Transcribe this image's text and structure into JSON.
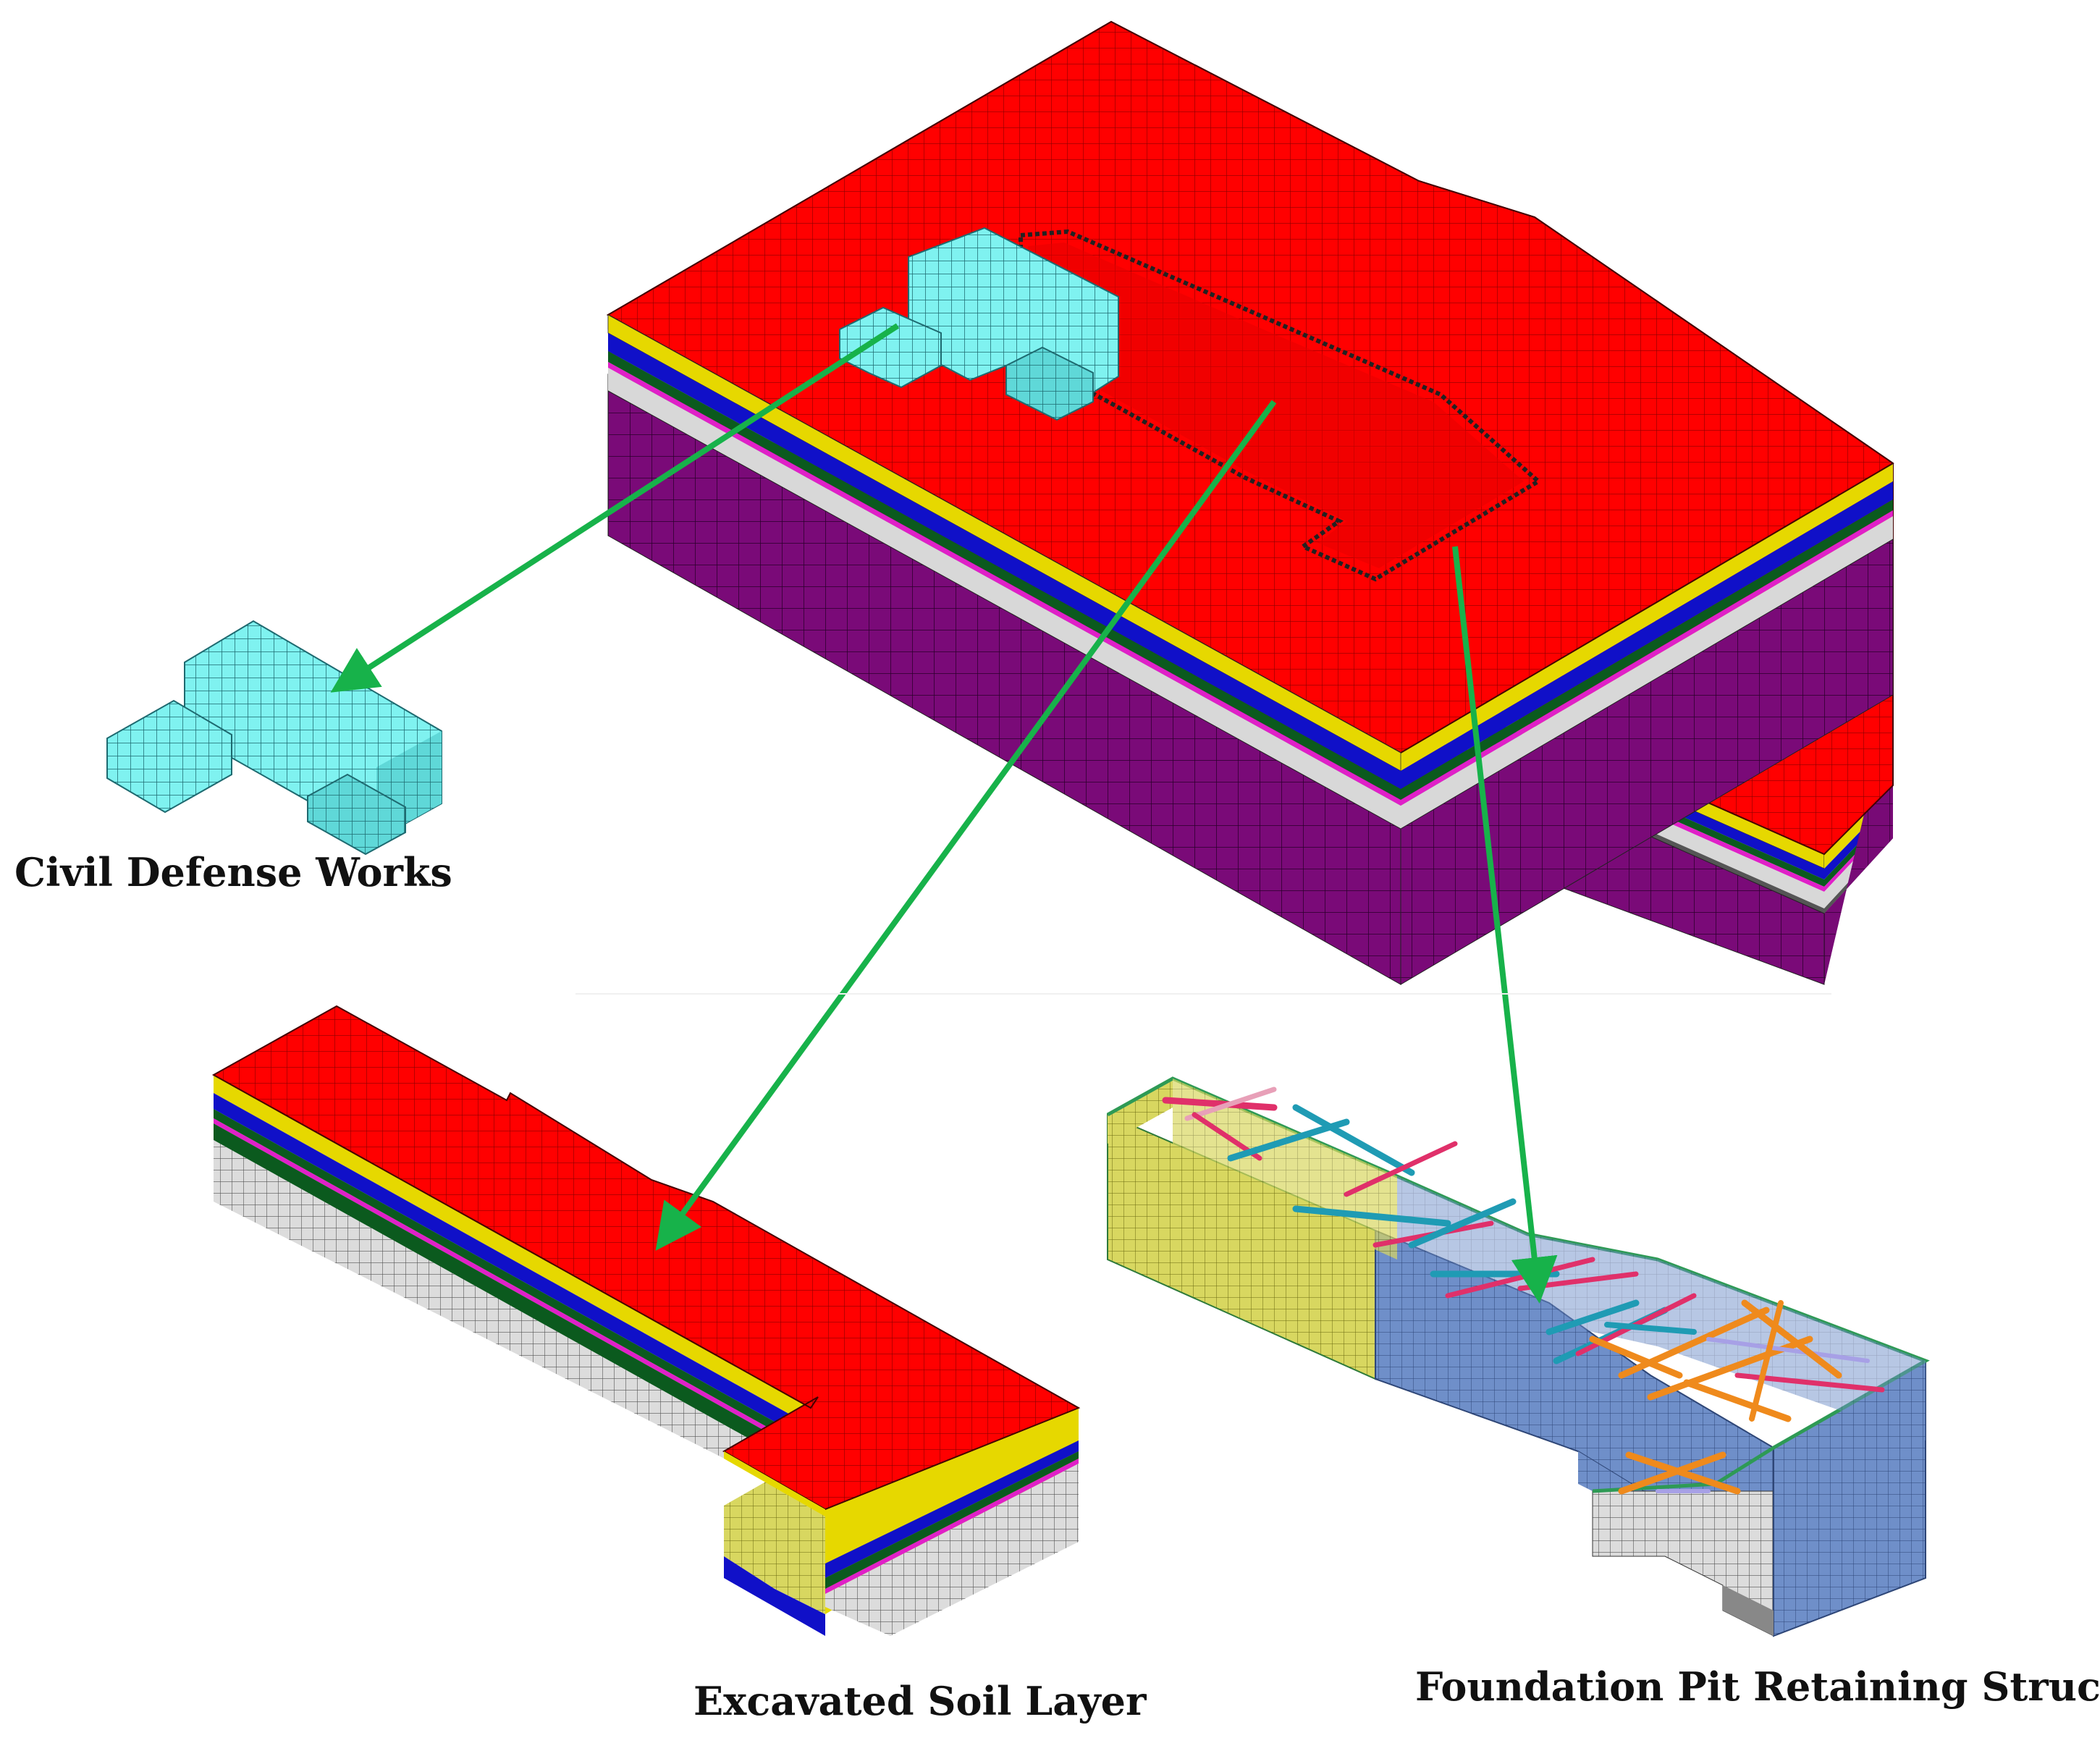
{
  "captions": {
    "civil_defense": "Civil Defense Works",
    "excavated_soil": "Excavated Soil Layer",
    "retaining_structure": "Foundation Pit Retaining Structure"
  },
  "colors": {
    "ground_surface": "#ff0000",
    "layer_yellow": "#e6d800",
    "layer_blue": "#1010c8",
    "layer_green": "#0b5a1e",
    "layer_magenta": "#e020c8",
    "layer_grey": "#d8d8d8",
    "layer_purple": "#7a0a78",
    "civil_defense": "#7ff2f0",
    "arrow": "#17b24a",
    "wall_yellow": "#d8d760",
    "wall_blue": "#6f8fc9",
    "strut_teal": "#1f9bb4",
    "strut_orange": "#ef8a1c",
    "strut_pink": "#e0306a",
    "strut_lavender": "#a7a0e6"
  }
}
